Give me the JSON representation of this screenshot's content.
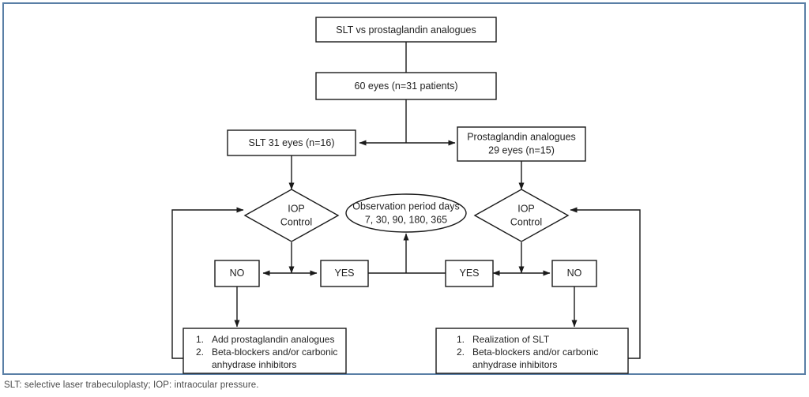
{
  "figure": {
    "title_node": "SLT vs prostaglandin analogues",
    "caption": "SLT: selective laser trabeculoplasty; IOP: intraocular pressure.",
    "frame_color": "#5a7fa6",
    "line_color": "#1a1a1a",
    "text_color": "#222222"
  },
  "chart_data": {
    "type": "diagram",
    "diagram_kind": "flowchart",
    "title": "SLT vs prostaglandin analogues",
    "nodes": [
      {
        "id": "root",
        "shape": "rectangle",
        "label": "SLT vs prostaglandin analogues"
      },
      {
        "id": "population",
        "shape": "rectangle",
        "label": "60 eyes (n=31 patients)"
      },
      {
        "id": "arm_slt",
        "shape": "rectangle",
        "label": "SLT 31 eyes (n=16)"
      },
      {
        "id": "arm_pga",
        "shape": "rectangle",
        "label_line1": "Prostaglandin analogues",
        "label_line2": "29 eyes (n=15)"
      },
      {
        "id": "iop_left",
        "shape": "diamond",
        "label_line1": "IOP",
        "label_line2": "Control"
      },
      {
        "id": "iop_right",
        "shape": "diamond",
        "label_line1": "IOP",
        "label_line2": "Control"
      },
      {
        "id": "observation",
        "shape": "ellipse",
        "label_line1": "Observation period days",
        "label_line2": "7, 30, 90, 180, 365"
      },
      {
        "id": "no_left",
        "shape": "rectangle",
        "label": "NO"
      },
      {
        "id": "yes_left",
        "shape": "rectangle",
        "label": "YES"
      },
      {
        "id": "yes_right",
        "shape": "rectangle",
        "label": "YES"
      },
      {
        "id": "no_right",
        "shape": "rectangle",
        "label": "NO"
      },
      {
        "id": "action_left",
        "shape": "rectangle",
        "items": [
          "Add prostaglandin analogues",
          "Beta-blockers and/or carbonic anhydrase inhibitors"
        ]
      },
      {
        "id": "action_right",
        "shape": "rectangle",
        "items": [
          "Realization of SLT",
          "Beta-blockers and/or carbonic anhydrase inhibitors"
        ]
      }
    ],
    "edges": [
      {
        "from": "root",
        "to": "population",
        "arrow": false
      },
      {
        "from": "population",
        "to": "arm_slt",
        "arrow": true
      },
      {
        "from": "population",
        "to": "arm_pga",
        "arrow": true
      },
      {
        "from": "arm_slt",
        "to": "iop_left",
        "arrow": true
      },
      {
        "from": "arm_pga",
        "to": "iop_right",
        "arrow": true
      },
      {
        "from": "iop_left",
        "to": "no_left",
        "arrow": true
      },
      {
        "from": "iop_left",
        "to": "yes_left",
        "arrow": true
      },
      {
        "from": "iop_right",
        "to": "no_right",
        "arrow": true
      },
      {
        "from": "iop_right",
        "to": "yes_right",
        "arrow": true
      },
      {
        "from": "yes_left",
        "to": "observation",
        "arrow": true
      },
      {
        "from": "yes_right",
        "to": "observation",
        "arrow": true
      },
      {
        "from": "no_left",
        "to": "action_left",
        "arrow": true
      },
      {
        "from": "no_right",
        "to": "action_right",
        "arrow": true
      },
      {
        "from": "action_left",
        "to": "iop_left",
        "arrow": true,
        "kind": "feedback-loop"
      },
      {
        "from": "action_right",
        "to": "iop_right",
        "arrow": true,
        "kind": "feedback-loop"
      }
    ],
    "observation_period_days": [
      7,
      30,
      90,
      180,
      365
    ],
    "counts": {
      "total_eyes": 60,
      "total_patients": 31,
      "slt_eyes": 31,
      "slt_patients": 16,
      "pga_eyes": 29,
      "pga_patients": 15
    }
  },
  "nodes": {
    "root": {
      "label": "SLT vs prostaglandin analogues"
    },
    "population": {
      "label": "60 eyes (n=31 patients)"
    },
    "arm_slt": {
      "label": "SLT 31 eyes (n=16)"
    },
    "arm_pga": {
      "line1": "Prostaglandin analogues",
      "line2": "29 eyes (n=15)"
    },
    "iop_left": {
      "line1": "IOP",
      "line2": "Control"
    },
    "iop_right": {
      "line1": "IOP",
      "line2": "Control"
    },
    "observation": {
      "line1": "Observation period days",
      "line2": "7, 30, 90, 180, 365"
    },
    "no_left": {
      "label": "NO"
    },
    "yes_left": {
      "label": "YES"
    },
    "yes_right": {
      "label": "YES"
    },
    "no_right": {
      "label": "NO"
    },
    "action_left": {
      "num1": "1.",
      "line1": "Add prostaglandin analogues",
      "num2": "2.",
      "line2": "Beta-blockers and/or carbonic",
      "line3": "anhydrase inhibitors"
    },
    "action_right": {
      "num1": "1.",
      "line1": "Realization of SLT",
      "num2": "2.",
      "line2": "Beta-blockers and/or carbonic",
      "line3": "anhydrase inhibitors"
    }
  }
}
